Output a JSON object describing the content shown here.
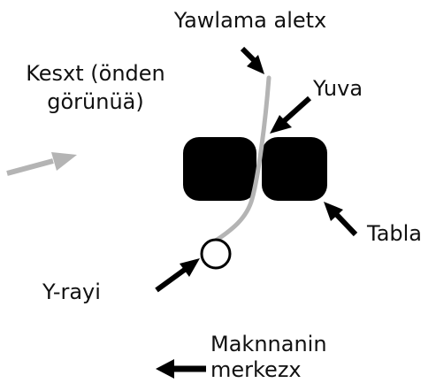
{
  "labels": {
    "tool": "Yawlama aletx",
    "slot": "Yuva",
    "cut_line1": "Kesxt (önden",
    "cut_line2": "görünüä)",
    "table": "Tabla",
    "bearing": "Y-rayi",
    "center_line1": "Maknnanin",
    "center_line2": "merkezx"
  },
  "colors": {
    "block": "#000000",
    "guide": "#b4b4b4",
    "arrow": "#000000",
    "cut_arrow": "#b4b4b4",
    "bearing_fill": "#ffffff",
    "bearing_stroke": "#000000"
  }
}
